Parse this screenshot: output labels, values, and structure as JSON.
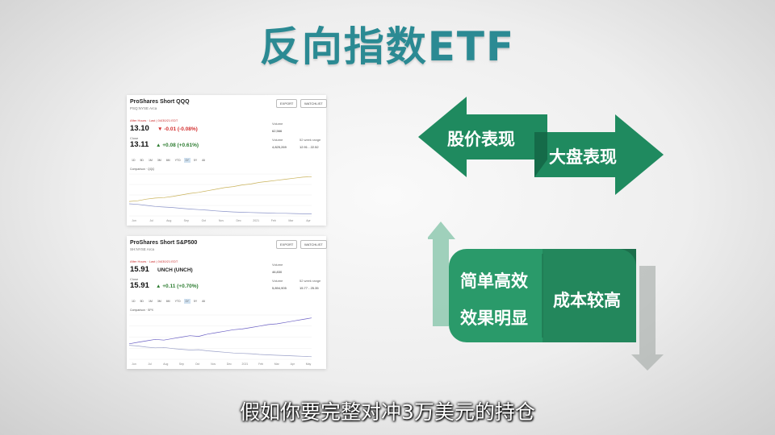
{
  "slide": {
    "title": "反向指数ETF",
    "subtitle": "假如你要完整对冲3万美元的持仓"
  },
  "cards": [
    {
      "name": "ProShares Short QQQ",
      "exchange": "PSQ:NYSE Arca",
      "after_hours": "After Hours · Last | 04/30/21 EDT",
      "after_price": "13.10",
      "after_change": "▼ -0.01 (-0.08%)",
      "after_change_color": "red",
      "close_label": "Close",
      "close_price": "13.11",
      "close_change": "▲ +0.08 (+0.61%)",
      "close_change_color": "green",
      "export_label": "EXPORT",
      "watchlist_label": "WATCHLIST",
      "volume_label": "Volume",
      "volume_value": "62,566",
      "volume2_label": "Volume",
      "volume2_value": "4,825,269",
      "range_label": "52 week range",
      "range_value": "12.91 - 22.52",
      "ranges": [
        "1D",
        "5D",
        "1M",
        "3M",
        "6M",
        "YTD",
        "1Y",
        "5Y",
        "All"
      ],
      "active_range": "1Y",
      "legend": "Comparison · QQQ",
      "months": [
        "Jun",
        "Jul",
        "Aug",
        "Sep",
        "Oct",
        "Nov",
        "Dec",
        "2021",
        "Feb",
        "Mar",
        "Apr"
      ],
      "chart_data": {
        "type": "line",
        "series": [
          {
            "name": "",
            "values": [
              5,
              8,
              14,
              18,
              20,
              24,
              30,
              36,
              40,
              46,
              52,
              58,
              62,
              68,
              72,
              78,
              82,
              86,
              90,
              94,
              98,
              100
            ]
          },
          {
            "name": "",
            "values": [
              -4,
              -6,
              -10,
              -14,
              -16,
              -18,
              -21,
              -24,
              -26,
              -28,
              -31,
              -33,
              -35,
              -36,
              -37,
              -38,
              -39,
              -40,
              -40,
              -41,
              -42,
              -42
            ]
          }
        ],
        "ylim": [
          -50,
          110
        ]
      }
    },
    {
      "name": "ProShares Short S&P500",
      "exchange": "SH:NYSE Arca",
      "after_hours": "After Hours · Last | 04/30/21 EDT",
      "after_price": "15.91",
      "after_change": "UNCH (UNCH)",
      "after_change_color": "black",
      "close_label": "Close",
      "close_price": "15.91",
      "close_change": "▲ +0.11 (+0.70%)",
      "close_change_color": "green",
      "export_label": "EXPORT",
      "watchlist_label": "WATCHLIST",
      "volume_label": "Volume",
      "volume_value": "46,830",
      "volume2_label": "Volume",
      "volume2_value": "5,894,905",
      "range_label": "52 week range",
      "range_value": "15.77 - 25.35",
      "ranges": [
        "1D",
        "5D",
        "1M",
        "3M",
        "6M",
        "YTD",
        "1Y",
        "5Y",
        "All"
      ],
      "active_range": "1Y",
      "legend": "Comparison · SPX",
      "months": [
        "Jun",
        "Jul",
        "Aug",
        "Sep",
        "Oct",
        "Nov",
        "Dec",
        "2021",
        "Feb",
        "Mar",
        "Apr",
        "May"
      ],
      "chart_data": {
        "type": "line",
        "series": [
          {
            "name": "",
            "values": [
              2,
              6,
              10,
              14,
              12,
              16,
              20,
              24,
              22,
              28,
              32,
              36,
              40,
              42,
              46,
              50,
              54,
              56,
              60,
              64,
              68,
              72
            ]
          },
          {
            "name": "",
            "values": [
              -2,
              -4,
              -7,
              -9,
              -8,
              -11,
              -13,
              -15,
              -14,
              -17,
              -19,
              -21,
              -23,
              -24,
              -25,
              -27,
              -28,
              -29,
              -30,
              -31,
              -32,
              -33
            ]
          }
        ],
        "ylim": [
          -40,
          80
        ]
      }
    }
  ],
  "arrows": {
    "left_label": "股价表现",
    "right_label": "大盘表现",
    "box_left_line1": "简单高效",
    "box_left_line2": "效果明显",
    "box_right": "成本较高",
    "color_dark": "#1f8a5f",
    "color_light": "#3aa57a"
  }
}
